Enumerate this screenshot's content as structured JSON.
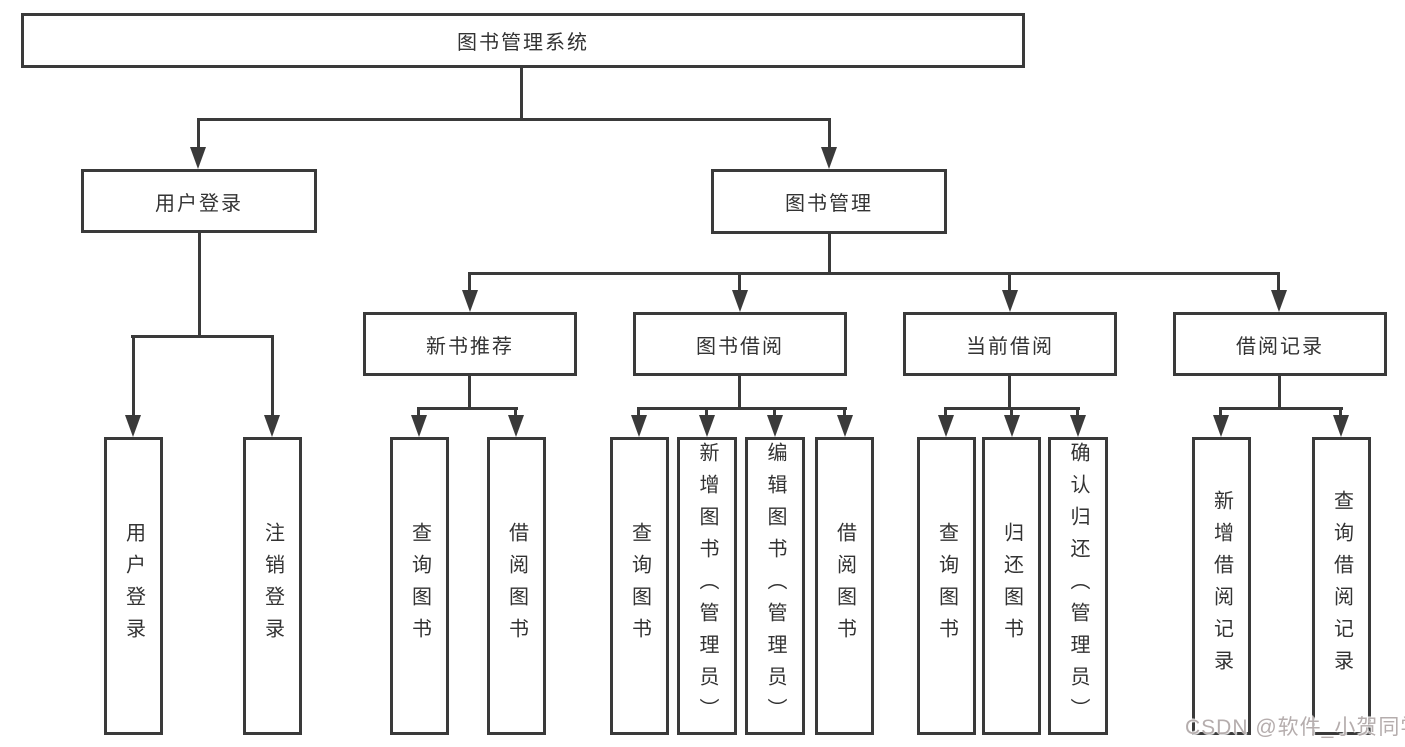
{
  "nodes": {
    "root": "图书管理系统",
    "user_login": "用户登录",
    "book_mgmt": "图书管理",
    "login": "用户登录",
    "logout": "注销登录",
    "new_book_rec": "新书推荐",
    "book_borrow": "图书借阅",
    "current_borrow": "当前借阅",
    "borrow_records": "借阅记录",
    "rec_query_books": "查询图书",
    "rec_borrow_books": "借阅图书",
    "bb_query_books": "查询图书",
    "bb_add_books": "新增图书（管理员）",
    "bb_edit_books": "编辑图书（管理员）",
    "bb_borrow_books": "借阅图书",
    "cb_query_books": "查询图书",
    "cb_return_books": "归还图书",
    "cb_confirm_return": "确认归还（管理员）",
    "br_add_record": "新增借阅记录",
    "br_query_record": "查询借阅记录"
  },
  "watermark": "CSDN @软件_小贺同学",
  "colors": {
    "line": "#3a3a3a",
    "text": "#333333",
    "background": "#ffffff",
    "watermark": "#b5adad"
  }
}
